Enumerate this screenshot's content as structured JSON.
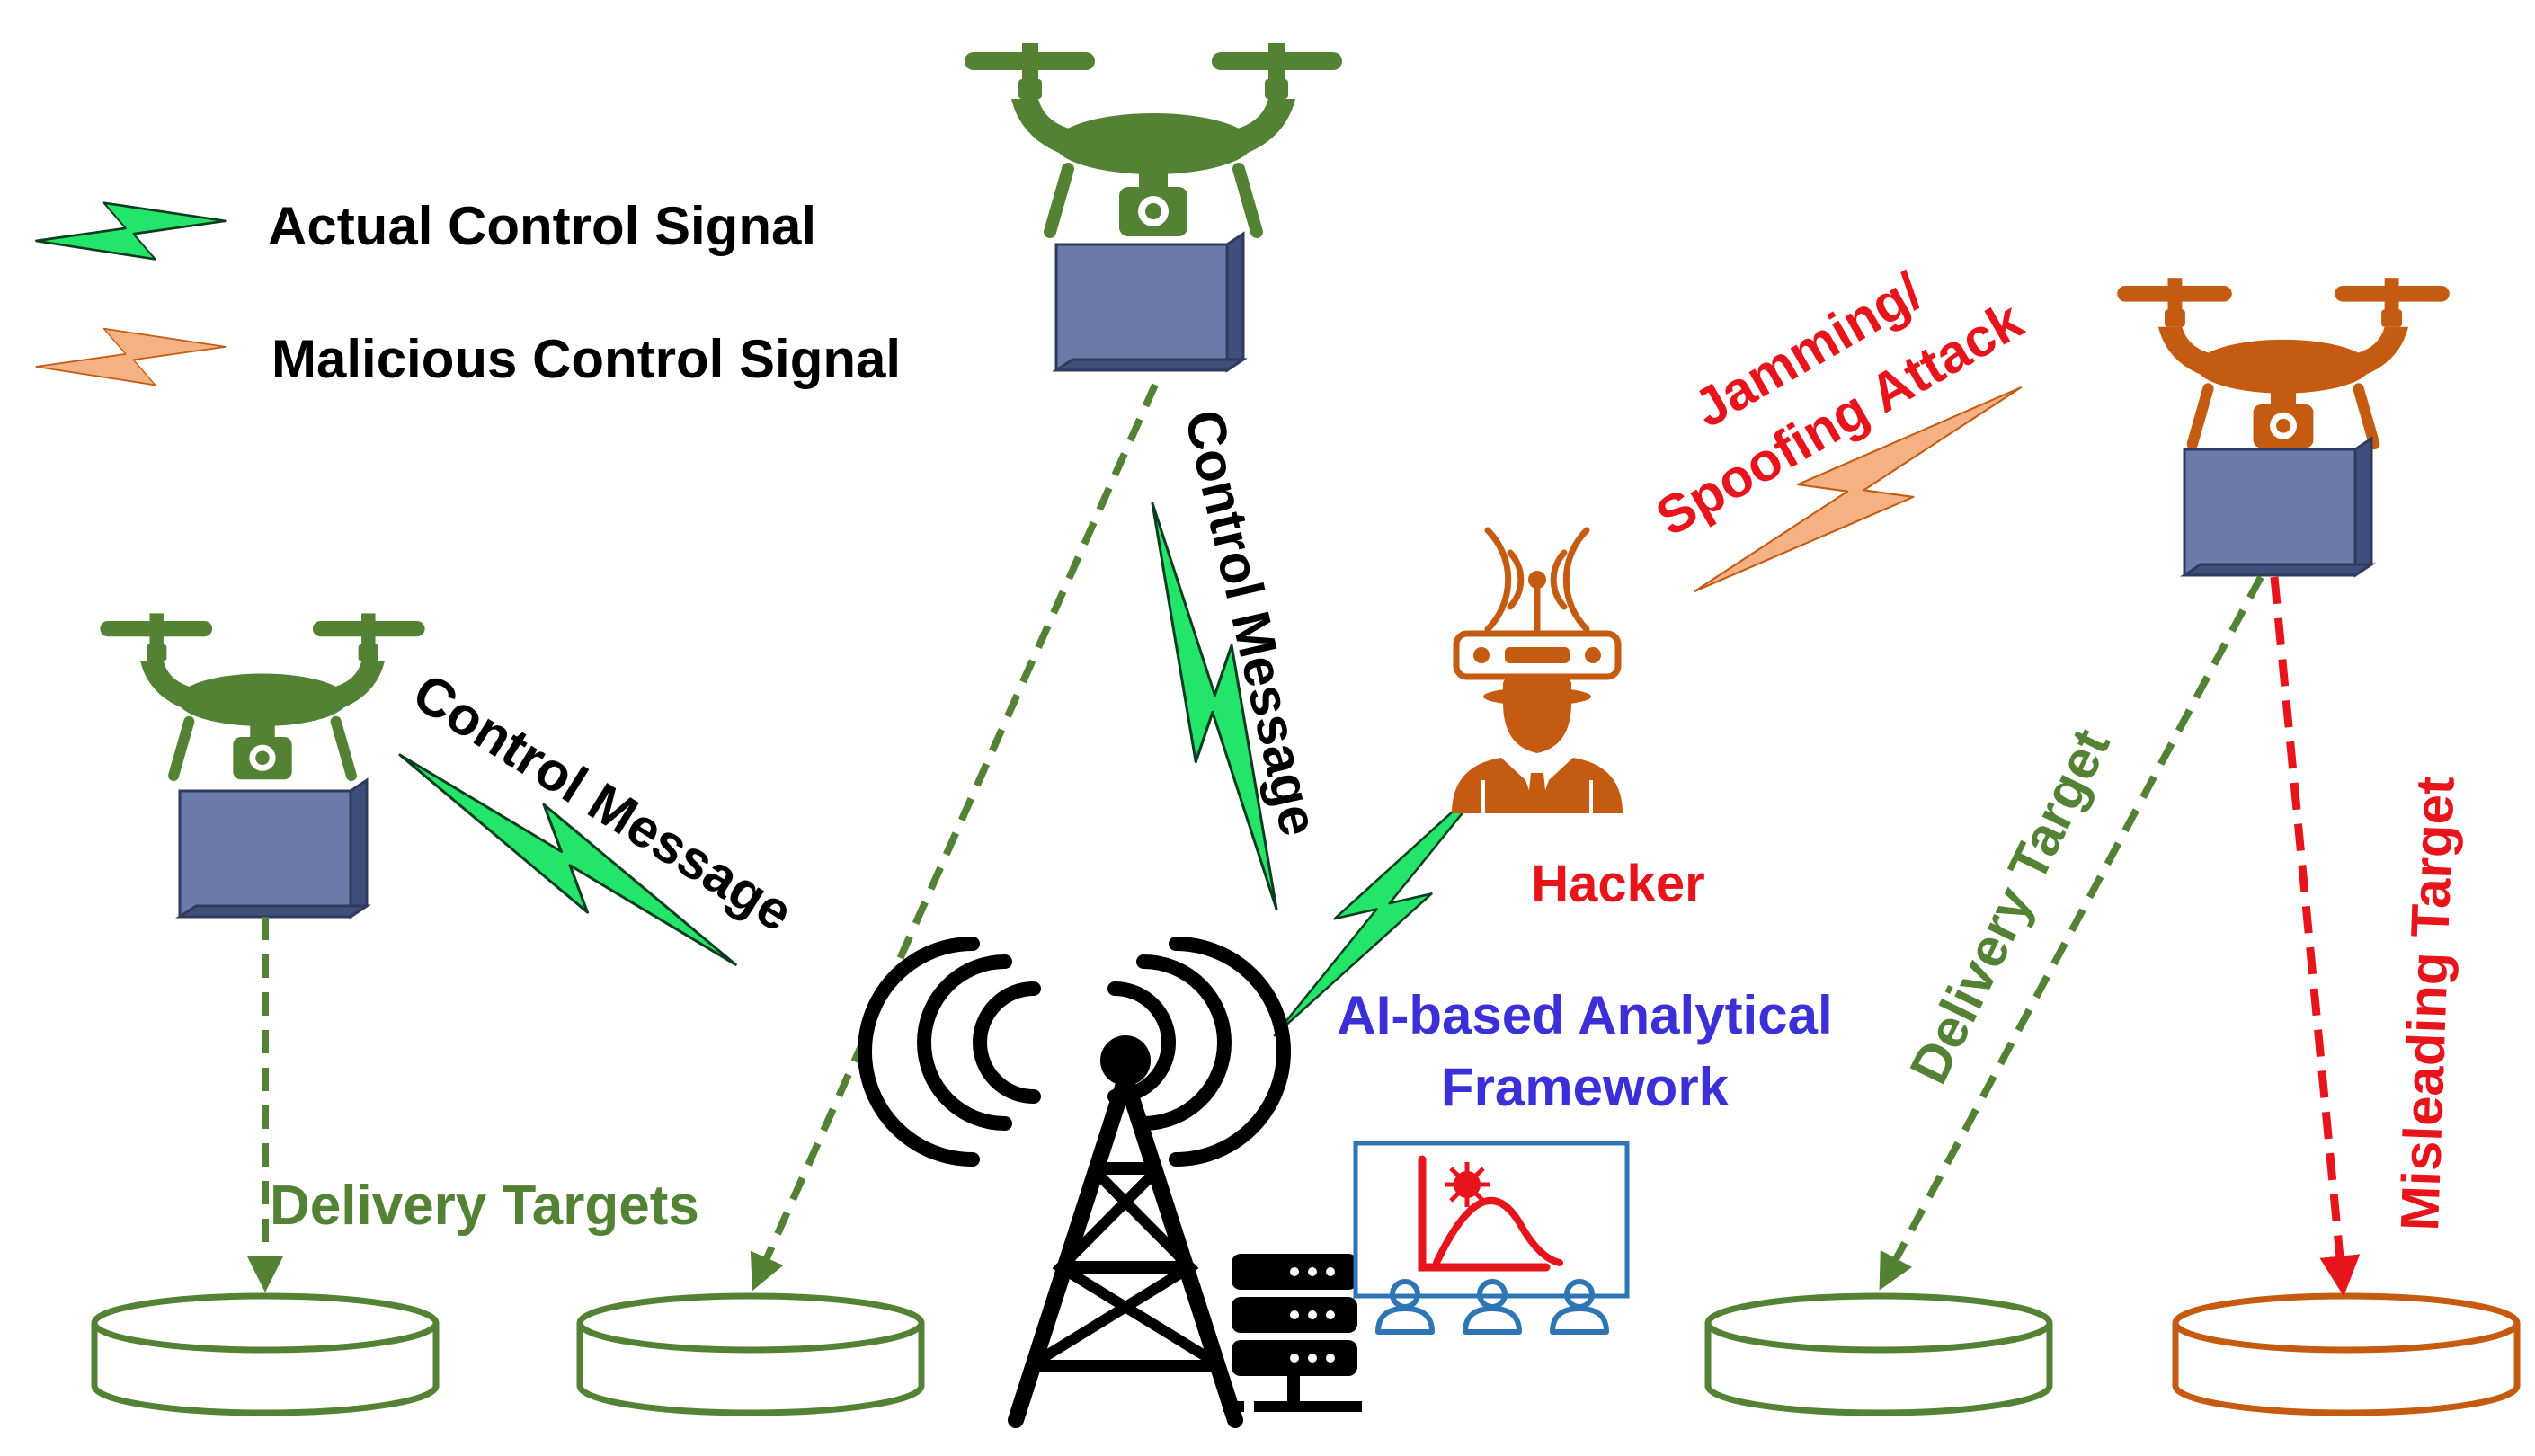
{
  "legend": {
    "actual": "Actual Control Signal",
    "malicious": "Malicious Control Signal"
  },
  "labels": {
    "control_message_left": "Control Message",
    "control_message_top": "Control Message",
    "jamming_line1": "Jamming/",
    "jamming_line2": "Spoofing Attack",
    "hacker": "Hacker",
    "ai_line1": "AI-based Analytical",
    "ai_line2": "Framework",
    "delivery_targets": "Delivery Targets",
    "delivery_target": "Delivery Target",
    "misleading_target": "Misleading Target"
  },
  "colors": {
    "drone_green": "#548235",
    "drone_orange": "#C55A11",
    "payload_blue": "#6A7BAA",
    "payload_edge": "#2F3B5C",
    "actual_signal": "#22E56A",
    "malicious_signal": "#F4B183",
    "hacker_red": "#E8141B",
    "ai_blue": "#3B2FD8",
    "target_green": "#548235",
    "target_orange": "#C55A11",
    "arrow_red": "#E8141B",
    "monitor_blue": "#2E75B6",
    "text_black": "#000000"
  },
  "icons": [
    "drone-icon",
    "payload-box-icon",
    "hacker-icon",
    "cell-tower-icon",
    "server-rack-icon",
    "analytics-monitor-icon",
    "people-icon",
    "virus-icon",
    "lightning-signal-icon",
    "delivery-pad-icon"
  ]
}
